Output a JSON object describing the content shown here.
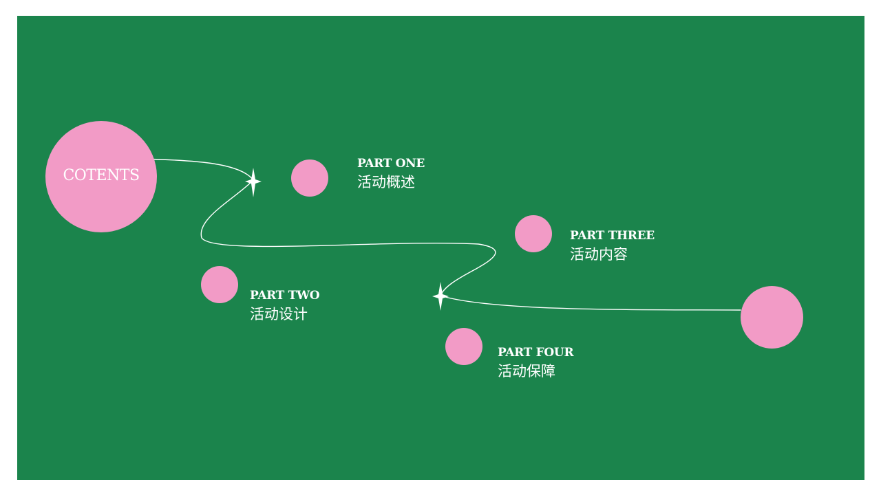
{
  "slide": {
    "title": "COTENTS",
    "parts": [
      {
        "label": "PART ONE",
        "title": "活动概述"
      },
      {
        "label": "PART TWO",
        "title": "活动设计"
      },
      {
        "label": "PART THREE",
        "title": "活动内容"
      },
      {
        "label": "PART FOUR",
        "title": "活动保障"
      }
    ]
  },
  "colors": {
    "background": "#1b844c",
    "accent": "#f29bc6",
    "text": "#ffffff"
  }
}
